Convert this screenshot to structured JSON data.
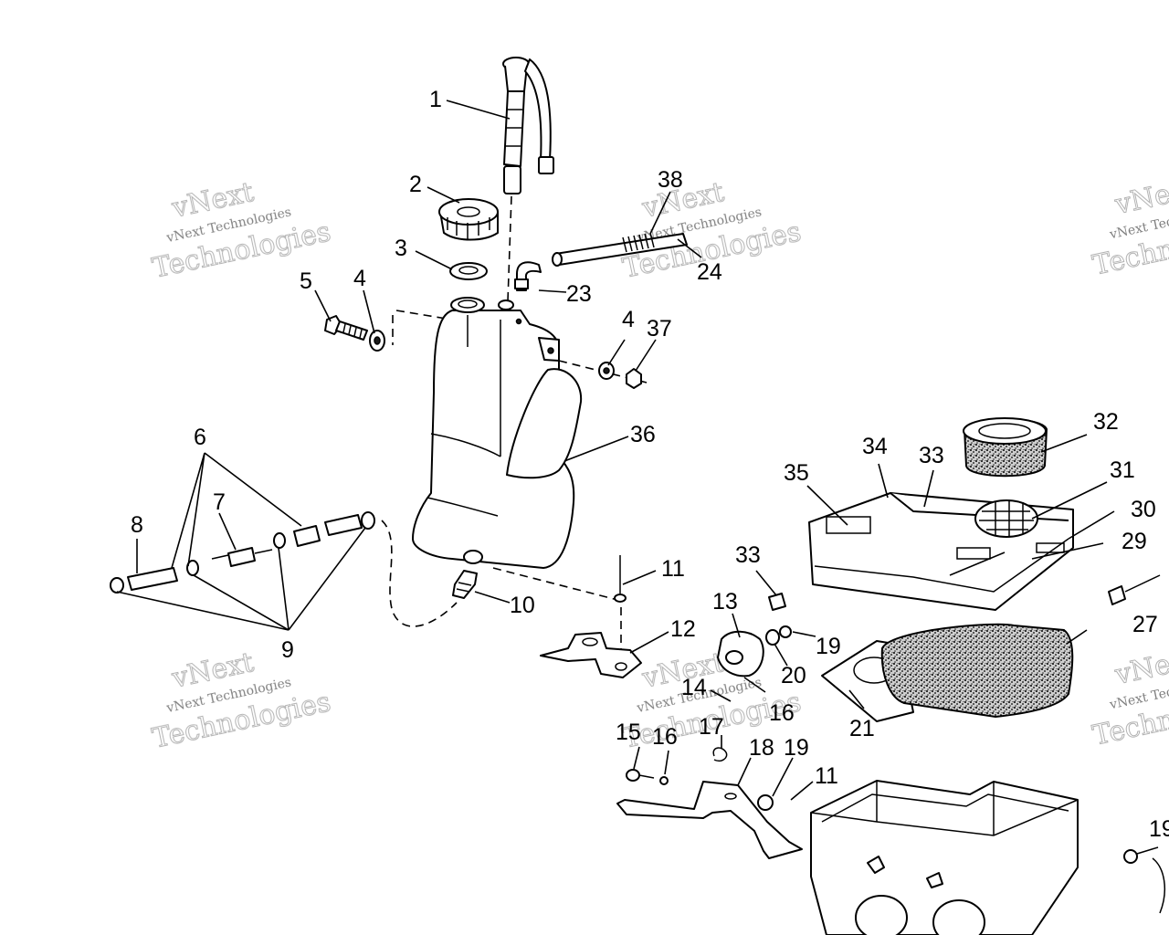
{
  "callouts": {
    "c1": "1",
    "c2": "2",
    "c3": "3",
    "c4a": "4",
    "c4b": "4",
    "c5": "5",
    "c6": "6",
    "c7": "7",
    "c8": "8",
    "c9": "9",
    "c10": "10",
    "c11a": "11",
    "c11b": "11",
    "c12": "12",
    "c13": "13",
    "c14": "14",
    "c15": "15",
    "c16a": "16",
    "c16b": "16",
    "c17": "17",
    "c18": "18",
    "c19a": "19",
    "c19b": "19",
    "c19c": "19",
    "c20": "20",
    "c21": "21",
    "c23": "23",
    "c24": "24",
    "c27": "27",
    "c29": "29",
    "c30": "30",
    "c31": "31",
    "c32": "32",
    "c33a": "33",
    "c33b": "33",
    "c34": "34",
    "c35": "35",
    "c36": "36",
    "c37": "37",
    "c38": "38"
  },
  "watermark": {
    "logo": "vNext",
    "line_small": "vNext Technologies",
    "line_large": "Technologies"
  }
}
